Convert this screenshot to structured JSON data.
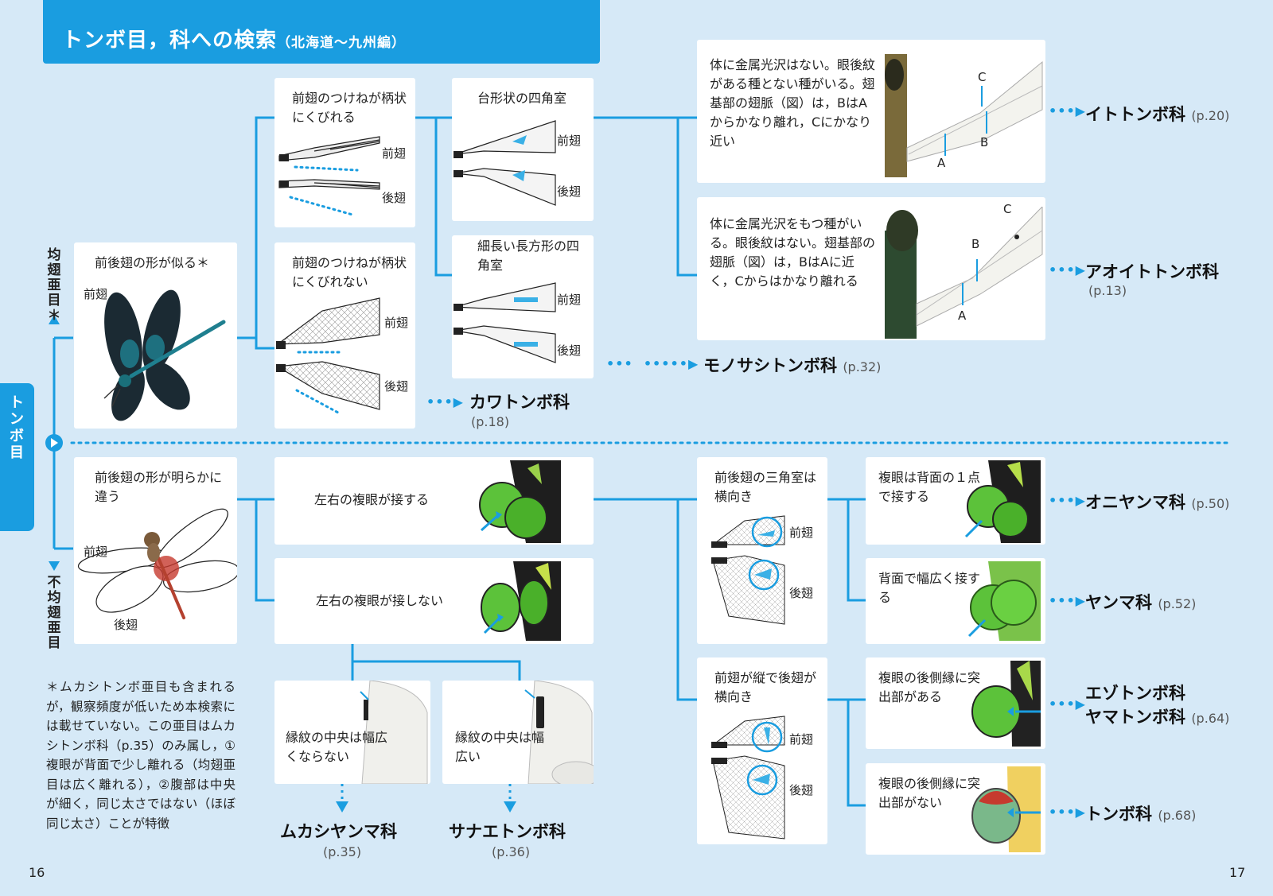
{
  "header": {
    "title": "トンボ目，科への検索",
    "subtitle": "（北海道〜九州編）"
  },
  "side_tab": "トンボ目",
  "suborders": {
    "zygoptera": "均翅亜目＊",
    "anisoptera": "不均翅亜目"
  },
  "wing_labels": {
    "fore": "前翅",
    "hind": "後翅"
  },
  "markers": {
    "a": "A",
    "b": "B",
    "c": "C"
  },
  "nodes": {
    "similar_wings": "前後翅の形が似る＊",
    "different_wings": "前後翅の形が明らかに違う",
    "petiolate": "前翅のつけねが柄状にくびれる",
    "not_petiolate": "前翅のつけねが柄状にくびれない",
    "trapezoid": "台形状の四角室",
    "rectangle": "細長い長方形の四角室",
    "ito_desc": "体に金属光沢はない。眼後紋がある種とない種がいる。翅基部の翅脈（図）は，BはAからかなり離れ，Cにかなり近い",
    "aoito_desc": "体に金属光沢をもつ種がいる。眼後紋はない。翅基部の翅脈（図）は，BはAに近く，Cからはかなり離れる",
    "eyes_touch": "左右の複眼が接する",
    "eyes_apart": "左右の複眼が接しない",
    "stigma_narrow": "縁紋の中央は幅広くならない",
    "stigma_wide": "縁紋の中央は幅広い",
    "triangle_horizontal": "前後翅の三角室は横向き",
    "triangle_mixed": "前翅が縦で後翅が横向き",
    "touch_point": "複眼は背面の１点で接する",
    "touch_wide": "背面で幅広く接する",
    "protrusion_yes": "複眼の後側縁に突出部がある",
    "protrusion_no": "複眼の後側縁に突出部がない"
  },
  "results": {
    "itotonbo": {
      "name": "イトトンボ科",
      "page": "(p.20)"
    },
    "aoitotonbo": {
      "name": "アオイトトンボ科",
      "page": "(p.13)"
    },
    "monosashi": {
      "name": "モノサシトンボ科",
      "page": "(p.32)"
    },
    "kawatonbo": {
      "name": "カワトンボ科",
      "page": "(p.18)"
    },
    "mukashiyanma": {
      "name": "ムカシヤンマ科",
      "page": "(p.35)"
    },
    "sanaetonbo": {
      "name": "サナエトンボ科",
      "page": "(p.36)"
    },
    "oniyanma": {
      "name": "オニヤンマ科",
      "page": "(p.50)"
    },
    "yanma": {
      "name": "ヤンマ科",
      "page": "(p.52)"
    },
    "ezotonbo": {
      "name": "エゾトンボ科",
      "name2": "ヤマトンボ科",
      "page": "(p.64)"
    },
    "tonbo": {
      "name": "トンボ科",
      "page": "(p.68)"
    }
  },
  "footnote": "＊ムカシトンボ亜目も含まれるが，観察頻度が低いため本検索には載せていない。この亜目はムカシトンボ科（p.35）のみ属し，①複眼が背面で少し離れる（均翅亜目は広く離れる），②腹部は中央が細く，同じ太さではない（ほぼ同じ太さ）ことが特徴",
  "page_numbers": {
    "left": "16",
    "right": "17"
  },
  "colors": {
    "accent": "#1a9de0",
    "background": "#d6e9f7",
    "eye_green": "#5cc23a",
    "damsel_wing": "#1b2a33"
  }
}
